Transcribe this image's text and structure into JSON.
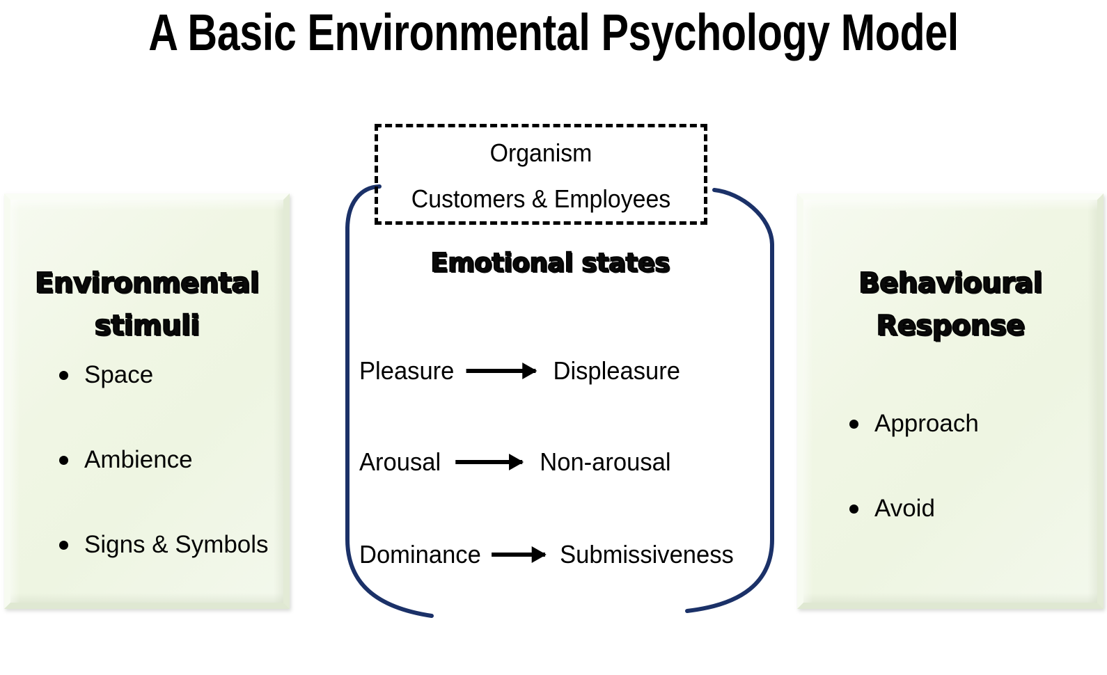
{
  "title": "A Basic Environmental Psychology Model",
  "colors": {
    "panel_fill": "#EFF5E5",
    "panel_bevel_light": "#FAFDF6",
    "panel_bevel_dark": "#DFE8D2",
    "bracket_blue": "#1B3168",
    "text": "#000000",
    "background": "#FFFFFF"
  },
  "panels": {
    "left": {
      "heading": "Environmental stimuli",
      "items": [
        "Space",
        "Ambience",
        "Signs & Symbols"
      ]
    },
    "right": {
      "heading": "Behavioural Response",
      "items": [
        "Approach",
        "Avoid"
      ]
    }
  },
  "organism": {
    "title": "Organism",
    "subtitle": "Customers & Employees",
    "border_style": "dashed"
  },
  "emotional_states": {
    "heading": "Emotional states",
    "rows": [
      {
        "from": "Pleasure",
        "to": "Displeasure",
        "arrow": "right-arrow"
      },
      {
        "from": "Arousal",
        "to": "Non-arousal",
        "arrow": "right-arrow"
      },
      {
        "from": "Dominance",
        "to": "Submissiveness",
        "arrow": "right-arrow"
      }
    ]
  }
}
